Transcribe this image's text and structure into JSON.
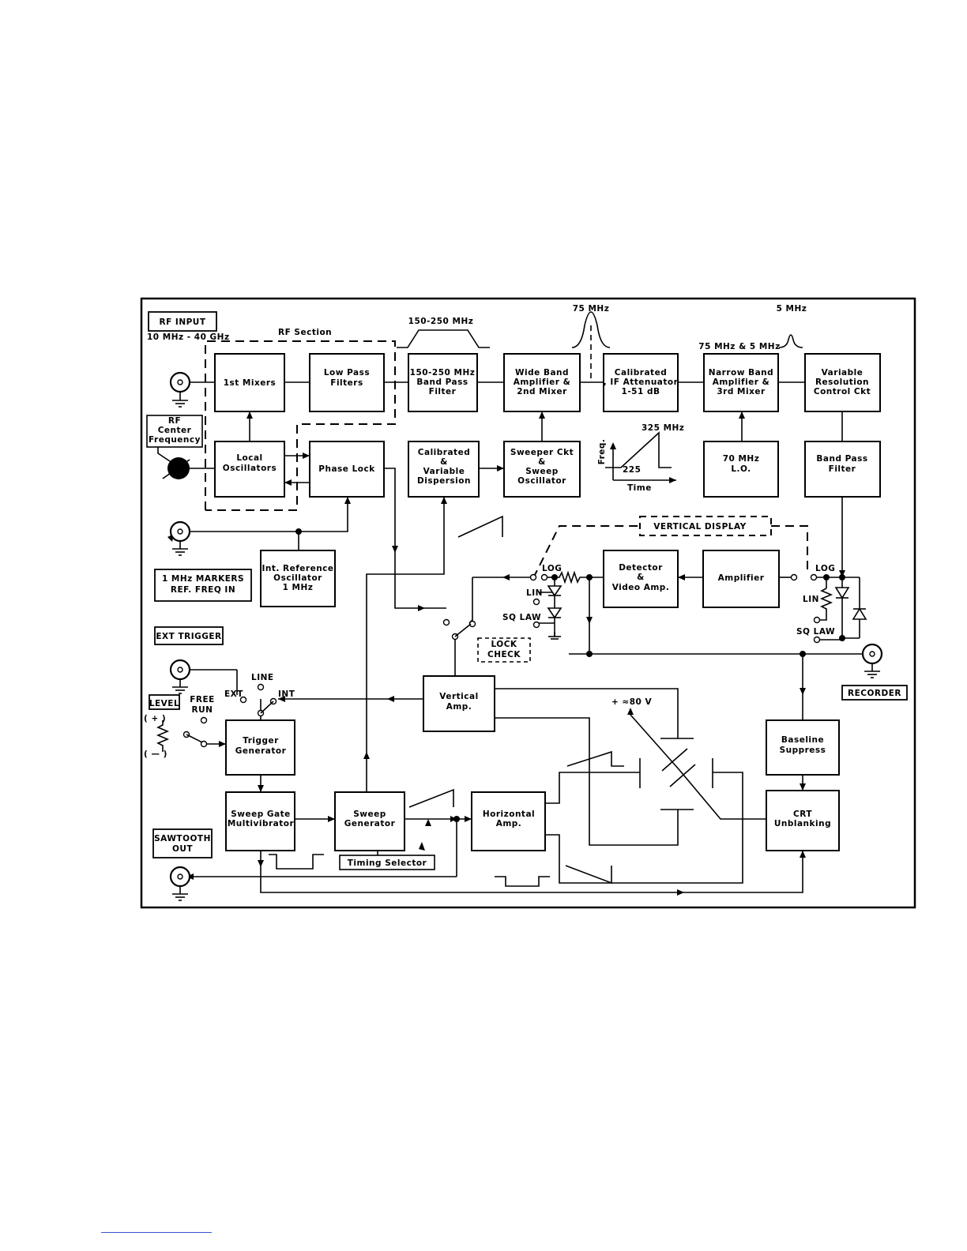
{
  "blocks": {
    "mixers": [
      "1st Mixers"
    ],
    "lowpass": [
      "Low Pass",
      "Filters"
    ],
    "bandpass150": [
      "150-250 MHz",
      "Band Pass",
      "Filter"
    ],
    "wideband": [
      "Wide Band",
      "Amplifier &",
      "2nd Mixer"
    ],
    "ifatten": [
      "Calibrated",
      ", IF Attenuator",
      "1-51 dB"
    ],
    "narrowband": [
      "Narrow Band",
      "Amplifier &",
      "3rd Mixer"
    ],
    "varres": [
      "Variable",
      "Resolution",
      "Control Ckt"
    ],
    "localosc": [
      "Local",
      "Oscillators"
    ],
    "phaselock": [
      "Phase Lock"
    ],
    "caldisp": [
      "Calibrated",
      "&",
      "Variable",
      "Dispersion"
    ],
    "sweeperckt": [
      "Sweeper Ckt",
      "&",
      "Sweep",
      "Oscillator"
    ],
    "lo70": [
      "70 MHz",
      "L.O."
    ],
    "bandpassfilter": [
      "Band Pass",
      "Filter"
    ],
    "intref": [
      "Int. Reference",
      "Oscillator",
      "1 MHz"
    ],
    "detector": [
      "Detector",
      "&",
      "Video Amp."
    ],
    "amplifier": [
      "Amplifier"
    ],
    "vertamp": [
      "Vertical",
      "Amp."
    ],
    "triggen": [
      "Trigger",
      "Generator"
    ],
    "baseline": [
      "Baseline",
      "Suppress"
    ],
    "sweepgate": [
      "Sweep Gate",
      "Multivibrator"
    ],
    "sweepgen": [
      "Sweep",
      "Generator"
    ],
    "horizamp": [
      "Horizontal",
      "Amp."
    ],
    "crt": [
      "CRT",
      "Unblanking"
    ]
  },
  "labels": {
    "rf_input": "RF INPUT",
    "rf_range": "10 MHz - 40 GHz",
    "rf_section": "RF Section",
    "rf_center": [
      "RF",
      "Center",
      "Frequency"
    ],
    "markers": [
      "1 MHz MARKERS",
      "REF. FREQ IN"
    ],
    "ext_trigger": "EXT TRIGGER",
    "level": "LEVEL",
    "plus": "( + )",
    "minus": "( — )",
    "line": "LINE",
    "ext": "EXT",
    "int": "INT",
    "free_run": [
      "FREE",
      "RUN"
    ],
    "sawtooth_out": [
      "SAWTOOTH",
      "OUT"
    ],
    "timing_selector": "Timing Selector",
    "vertical_display": "VERTICAL DISPLAY",
    "log": "LOG",
    "lin": "LIN",
    "sq_law": "SQ LAW",
    "lock_check": [
      "LOCK",
      "CHECK"
    ],
    "recorder": "RECORDER",
    "hv": "+ ≈80 V",
    "bw_150_250": "150-250 MHz",
    "bw_75": "75 MHz",
    "bw_5": "5 MHz",
    "bw_75_5": "75 MHz & 5 MHz",
    "freq_axis": "Freq.",
    "f325": "325 MHz",
    "f225": "225",
    "time_axis": "Time"
  }
}
